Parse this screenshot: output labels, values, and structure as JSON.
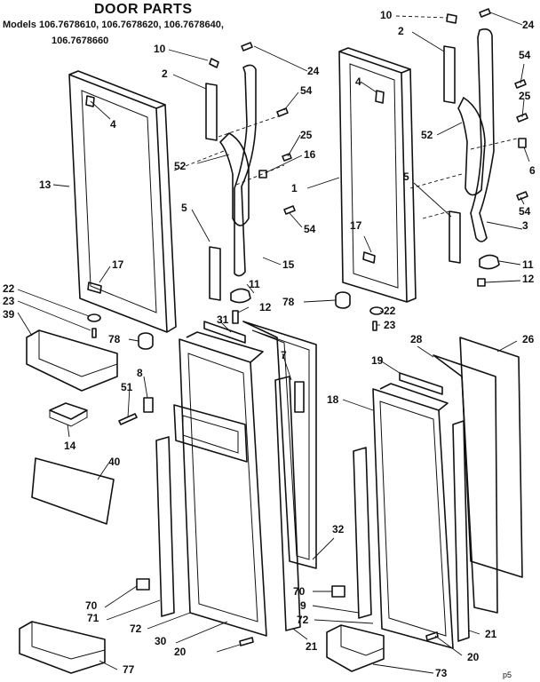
{
  "title": "DOOR PARTS",
  "models_line_1": "Models 106.7678610, 106.7678620, 106.7678640,",
  "models_line_2": "106.7678660",
  "page_code": "p5",
  "callouts": {
    "c10a": "10",
    "c24a": "24",
    "c2a": "2",
    "c54a": "54",
    "c4a": "4",
    "c25a": "25",
    "c52a": "52",
    "c16": "16",
    "c13": "13",
    "c5a": "5",
    "c54b": "54",
    "c15": "15",
    "c17a": "17",
    "c11a": "11",
    "c12a": "12",
    "c22a": "22",
    "c23a": "23",
    "c39": "39",
    "c78a": "78",
    "c31": "31",
    "c8": "8",
    "c51": "51",
    "c14": "14",
    "c40": "40",
    "c7": "7",
    "c70a": "70",
    "c71": "71",
    "c72a": "72",
    "c30": "30",
    "c20a": "20",
    "c21a": "21",
    "c77": "77",
    "c10b": "10",
    "c24b": "24",
    "c2b": "2",
    "c54c": "54",
    "c4b": "4",
    "c25b": "25",
    "c52b": "52",
    "c6": "6",
    "c1": "1",
    "c5b": "5",
    "c54d": "54",
    "c3": "3",
    "c17b": "17",
    "c11b": "11",
    "c12b": "12",
    "c78b": "78",
    "c22b": "22",
    "c23b": "23",
    "c19": "19",
    "c28": "28",
    "c26": "26",
    "c18": "18",
    "c32": "32",
    "c70b": "70",
    "c9": "9",
    "c72b": "72",
    "c21b": "21",
    "c20b": "20",
    "c73": "73"
  }
}
